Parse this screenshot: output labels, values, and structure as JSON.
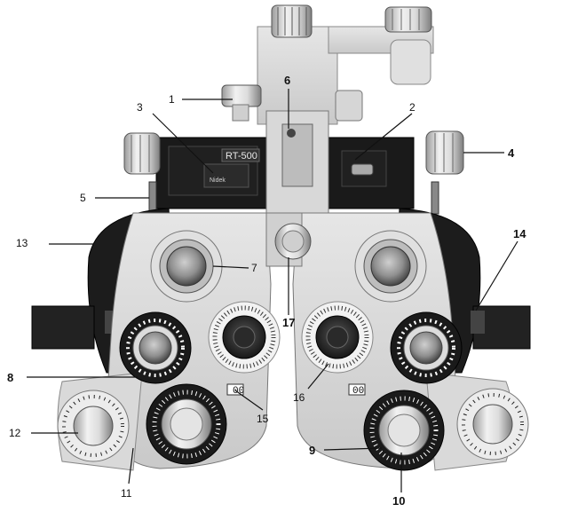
{
  "model_plate": "RT-500",
  "maker_plate": "Nidek",
  "counter_left": "00",
  "counter_right": "00",
  "callouts": [
    {
      "id": "1",
      "text": "1"
    },
    {
      "id": "2",
      "text": "2"
    },
    {
      "id": "3",
      "text": "3"
    },
    {
      "id": "4",
      "text": "4"
    },
    {
      "id": "5",
      "text": "5"
    },
    {
      "id": "6",
      "text": "6"
    },
    {
      "id": "7",
      "text": "7"
    },
    {
      "id": "8",
      "text": "8"
    },
    {
      "id": "9",
      "text": "9"
    },
    {
      "id": "10",
      "text": "10"
    },
    {
      "id": "11",
      "text": "11"
    },
    {
      "id": "12",
      "text": "12"
    },
    {
      "id": "13",
      "text": "13"
    },
    {
      "id": "14",
      "text": "14"
    },
    {
      "id": "15",
      "text": "15"
    },
    {
      "id": "16",
      "text": "16"
    },
    {
      "id": "17",
      "text": "17"
    }
  ]
}
